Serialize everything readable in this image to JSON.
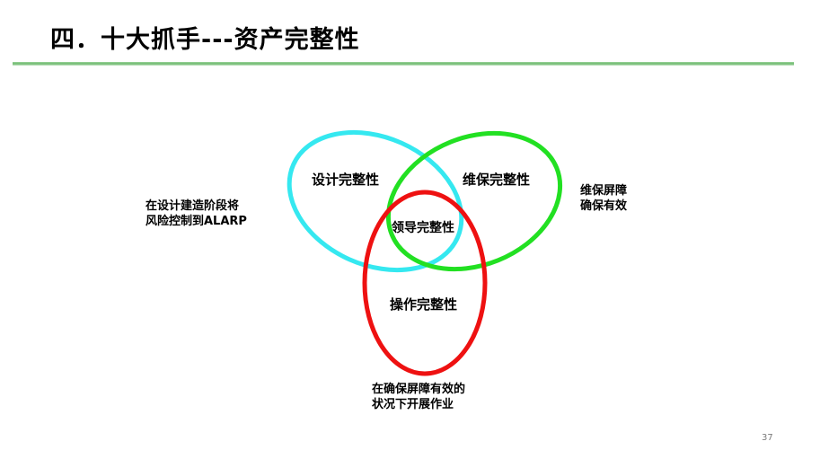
{
  "slide": {
    "title": "四．十大抓手---资产完整性",
    "page_number": "37"
  },
  "diagram": {
    "circles": {
      "design": {
        "label": "设计完整性",
        "color": "#35e8f0"
      },
      "maintenance": {
        "label": "维保完整性",
        "color": "#22e022"
      },
      "leadership": {
        "label": "领导完整性"
      },
      "operations": {
        "label": "操作完整性",
        "color": "#ee1111"
      }
    },
    "notes": {
      "left": [
        "在设计建造阶段将",
        "风险控制到ALARP"
      ],
      "right": [
        "维保屏障",
        "确保有效"
      ],
      "bottom": [
        "在确保屏障有效的",
        "状况下开展作业"
      ]
    }
  },
  "colors": {
    "title_rule": "#6fba6f"
  }
}
